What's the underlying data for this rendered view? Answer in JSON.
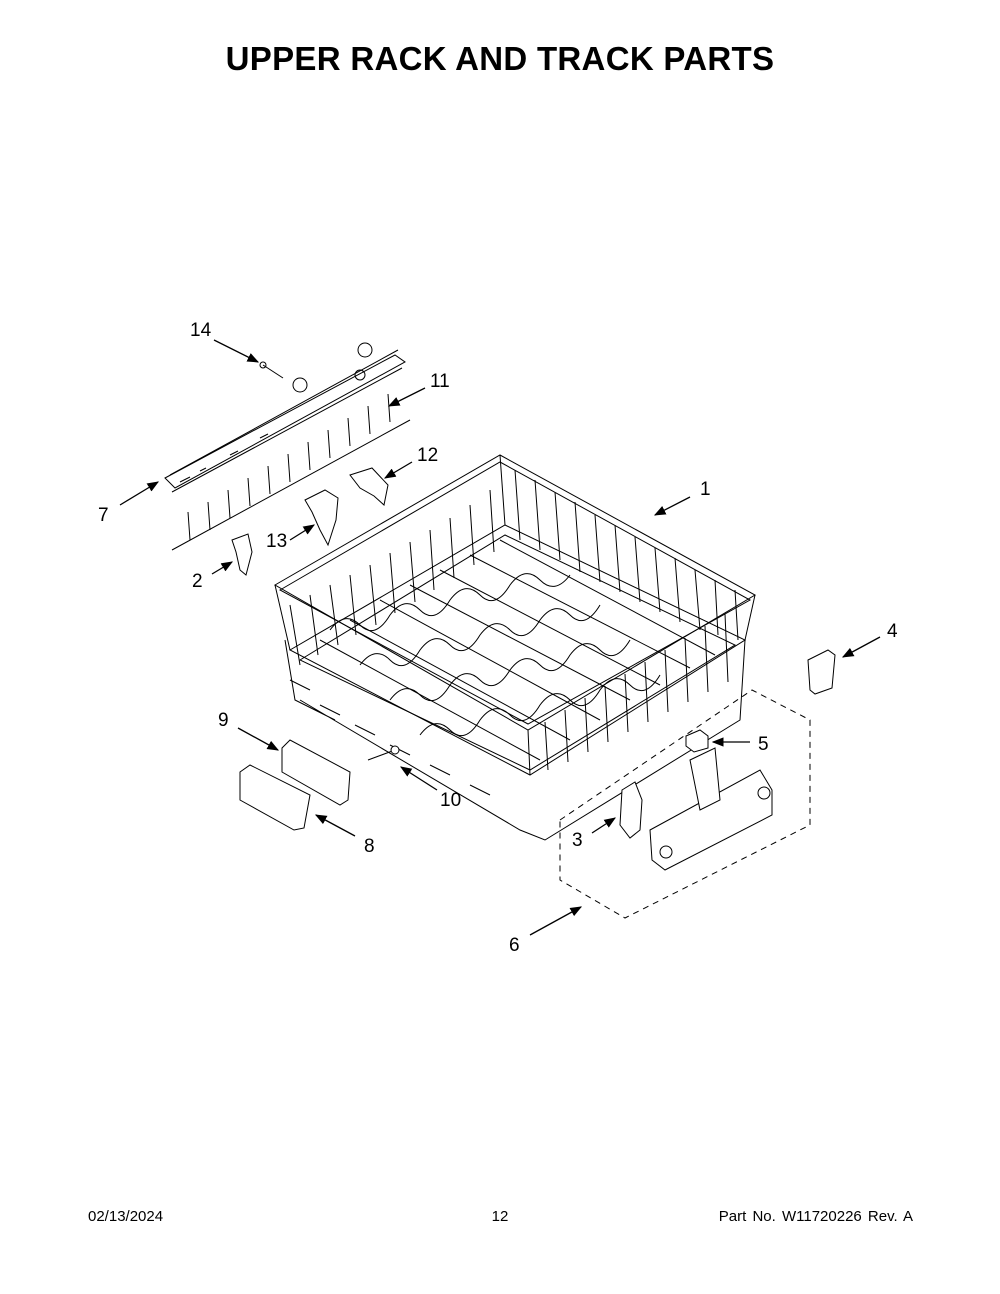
{
  "title": "UPPER RACK AND TRACK PARTS",
  "callouts": {
    "c1": "1",
    "c2": "2",
    "c3": "3",
    "c4": "4",
    "c5": "5",
    "c6": "6",
    "c7": "7",
    "c8": "8",
    "c9": "9",
    "c10": "10",
    "c11": "11",
    "c12": "12",
    "c13": "13",
    "c14": "14"
  },
  "footer": {
    "date": "02/13/2024",
    "page": "12",
    "part": "Part No.  W11720226  Rev.  A"
  }
}
